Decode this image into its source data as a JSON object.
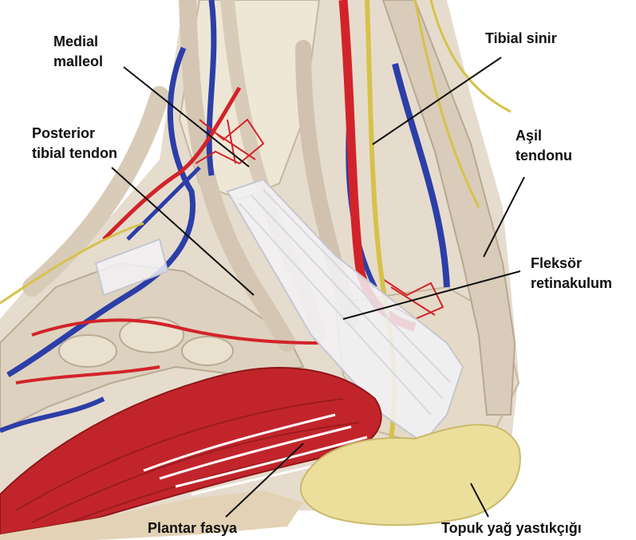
{
  "labels": {
    "medial_malleol": [
      "Medial",
      "malleol"
    ],
    "tibial_sinir": "Tibial sinir",
    "posterior_tibial_tendon": [
      "Posterior",
      "tibial tendon"
    ],
    "asil_tendonu": [
      "Aşil",
      "tendonu"
    ],
    "fleksor_retinakulum": [
      "Fleksör",
      "retinakulum"
    ],
    "plantar_fasya": "Plantar fasya",
    "topuk_yag_yastikcigi": "Topuk yağ yastıkçığı"
  },
  "colors": {
    "background": "#ffffff",
    "skin": "#e6dccd",
    "bone": "#efe7d6",
    "tendon": "#d8cbb8",
    "artery": "#d2232a",
    "vein": "#2c3ea8",
    "nerve": "#d6c24a",
    "retinaculum": "#f2f2f6",
    "muscle": "#c1252b",
    "fat_pad": "#ecdf9c",
    "leader_line": "#111111"
  }
}
